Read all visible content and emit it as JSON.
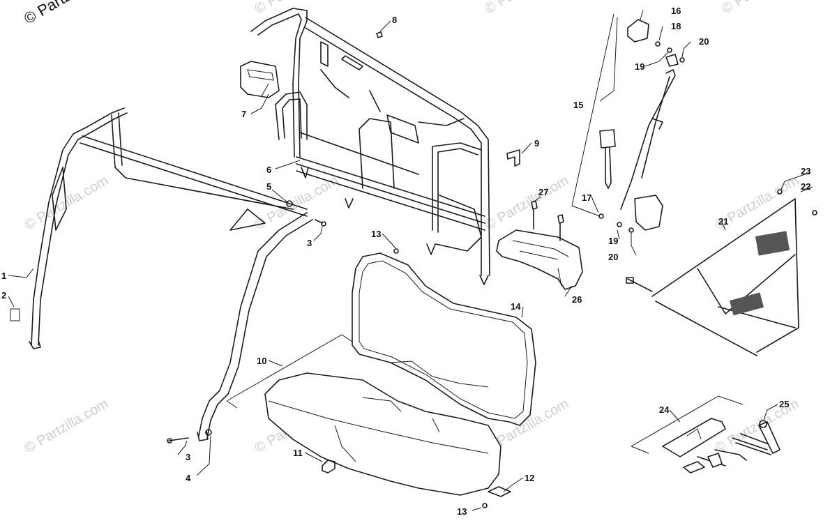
{
  "watermark": {
    "text": "© Partzilla.com",
    "corner_text": "© Partzilla.com"
  },
  "callouts": {
    "c1": "1",
    "c2": "2",
    "c3a": "3",
    "c3b": "3",
    "c4": "4",
    "c5": "5",
    "c6": "6",
    "c7": "7",
    "c8": "8",
    "c9": "9",
    "c10": "10",
    "c11": "11",
    "c12": "12",
    "c13a": "13",
    "c13b": "13",
    "c14": "14",
    "c15": "15",
    "c16": "16",
    "c17": "17",
    "c18": "18",
    "c19a": "19",
    "c19b": "19",
    "c20a": "20",
    "c20b": "20",
    "c21": "21",
    "c22": "22",
    "c23": "23",
    "c24": "24",
    "c25": "25",
    "c26": "26",
    "c27": "27"
  },
  "colors": {
    "line": "#1a1a1a",
    "watermark": "#cfcfcf",
    "background": "#ffffff"
  }
}
